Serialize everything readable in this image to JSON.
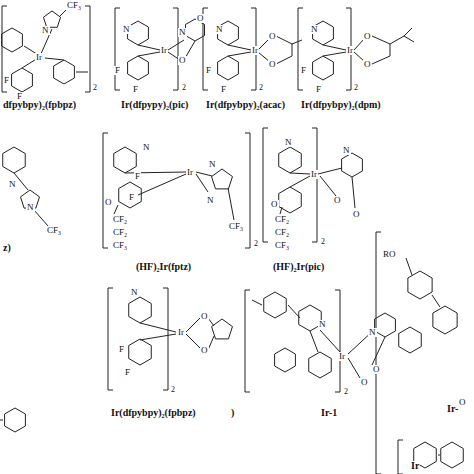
{
  "diagram": {
    "labels": [
      "dfpybpy)₂(fpbpz)",
      "Ir(dfpypy)₂(pic)",
      "Ir(dfpybpy)₂(acac)",
      "Ir(dfpybpy)₂(dpm)",
      "z)",
      "(HF)₂Ir(fptz)",
      "(HF)₂Ir(pic)",
      "Ir(dfpybpy)₂(fpbpz)",
      ")",
      "Ir-1",
      "Ir-",
      "Ir",
      "CF₃",
      "N",
      "Ir",
      "F",
      "F",
      "2",
      "N",
      "F",
      "F",
      "Ir",
      "N",
      "O",
      "O",
      "2",
      "N",
      "F",
      "F",
      "Ir",
      "O",
      "O",
      "2",
      "N",
      "F",
      "F",
      "Ir",
      "O",
      "O",
      "2",
      "N",
      "N",
      "CF₃",
      "O",
      "F",
      "F",
      "CF₂",
      "CF₂",
      "CF₃",
      "N",
      "Ir",
      "N",
      "N",
      "CF₃",
      "2",
      "N",
      "O",
      "CF₂",
      "CF₂",
      "CF₃",
      "Ir",
      "N",
      "O",
      "O",
      "2",
      "RO",
      "O",
      "N",
      "F",
      "F",
      "Ir",
      "O",
      "O",
      "2",
      "N",
      "Ir",
      "N",
      "O",
      "O",
      "2"
    ]
  }
}
